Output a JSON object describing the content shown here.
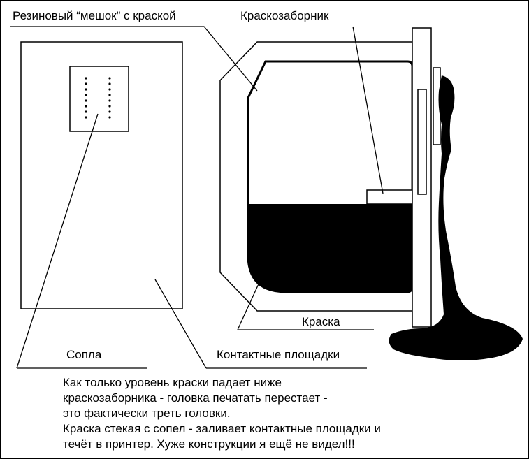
{
  "labels": {
    "bag": "Резиновый “мешок” с краской",
    "pickup": "Краскозаборник",
    "ink": "Краска",
    "nozzles": "Сопла",
    "contacts": "Контактные площадки"
  },
  "caption": [
    "Как только уровень краски падает ниже",
    "краскозаборника - головка печатать перестает -",
    "это фактически треть головки.",
    "Краска стекая с сопел - заливает контактные площадки и",
    "течёт в принтер. Хуже конструкции я ещё не видел!!!"
  ],
  "colors": {
    "ink": "#000000",
    "line": "#000000",
    "background": "#ffffff"
  }
}
